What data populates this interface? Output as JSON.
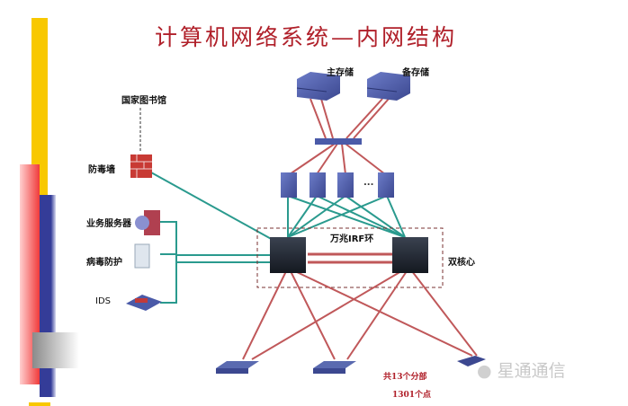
{
  "title": "计算机网络系统—内网结构",
  "nodes": {
    "main_storage": "主存储",
    "backup_storage": "备存储",
    "national_library": "国家图书馆",
    "firewall": "防毒墙",
    "business_server": "业务服务器",
    "antivirus": "病毒防护",
    "ids": "IDS",
    "irf_ring": "万兆IRF环",
    "dual_core": "双核心",
    "server_ellipsis": "..."
  },
  "notes": {
    "branch_count": "共13个分部",
    "node_count": "1301个点"
  },
  "watermark": "星通通信",
  "colors": {
    "title": "#b0202a",
    "link_red": "#c0585a",
    "link_teal": "#2a9a8e",
    "device_blue": "#4a5aa8",
    "accent_yellow": "#f8c800",
    "accent_red": "#f03a3a",
    "accent_navy": "#343c98",
    "accent_gray": "#8a8a8a"
  }
}
